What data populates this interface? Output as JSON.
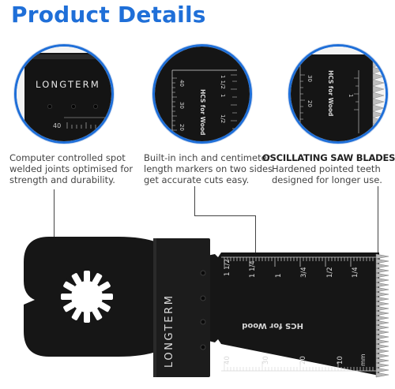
{
  "title": "Product Details",
  "colors": {
    "accent": "#1f6fd8",
    "blade": "#161616",
    "teeth": "#b9b9b9",
    "marking": "#d8d8d8"
  },
  "details": [
    {
      "id": "welds",
      "zoom_text": "LONGTERM",
      "zoom_number": "40",
      "lines": [
        "Computer controlled spot",
        "welded  joints optimised for",
        "strength and durability."
      ]
    },
    {
      "id": "markers",
      "zoom_numbers": [
        "40",
        "30",
        "20",
        "1 1/2",
        "1",
        "1/2",
        "HCS for Wood"
      ],
      "lines": [
        "Built-in inch and centimeter",
        "length markers on two sides",
        "get accurate cuts easy."
      ]
    },
    {
      "id": "teeth",
      "zoom_numbers": [
        "30",
        "20",
        "1",
        "HCS for Wood"
      ],
      "heading": "OSCILLATING SAW BLADES",
      "lines": [
        "Hardened pointed teeth",
        "designed for longer use."
      ]
    }
  ],
  "blade": {
    "brand": "LONGTERM",
    "label": "HCS for Wood",
    "inch_marks": [
      "1 1/2",
      "1 1/4",
      "1",
      "3/4",
      "1/2",
      "1/4"
    ],
    "cm_marks": [
      "40",
      "30",
      "20",
      "10",
      "mm"
    ]
  }
}
